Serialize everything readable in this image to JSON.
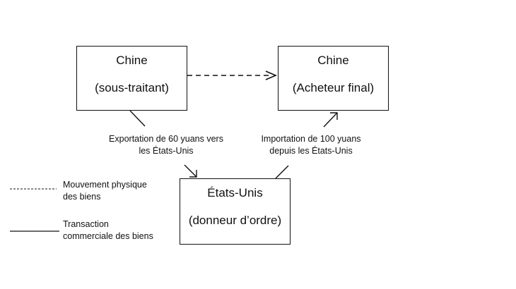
{
  "nodes": {
    "china_subcontractor": {
      "name": "Chine",
      "role": "(sous-traitant)"
    },
    "china_buyer": {
      "name": "Chine",
      "role": "(Acheteur final)"
    },
    "usa": {
      "name": "États-Unis",
      "role": "(donneur d’ordre)"
    }
  },
  "flows": {
    "export": {
      "line1": "Exportation de 60 yuans vers",
      "line2": "les États-Unis"
    },
    "import": {
      "line1": "Importation de 100 yuans",
      "line2": "depuis les États-Unis"
    }
  },
  "legend": {
    "physical": {
      "line1": "Mouvement physique",
      "line2": "des biens"
    },
    "commercial": {
      "line1": "Transaction",
      "line2": "commerciale des biens"
    }
  }
}
